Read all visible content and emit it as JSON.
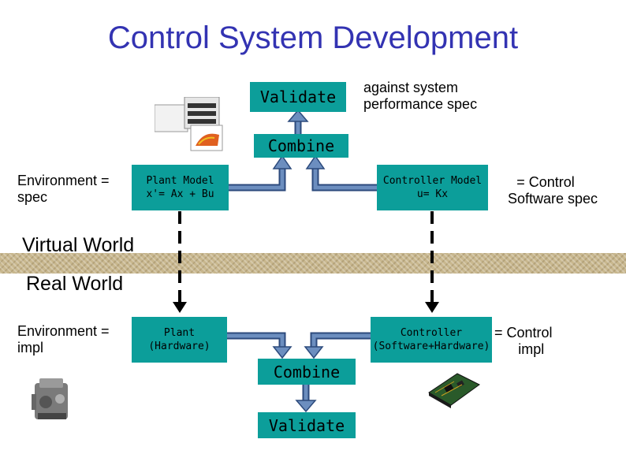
{
  "title": "Control System Development",
  "top": {
    "validate_label": "Validate",
    "combine_label": "Combine",
    "against_text_line1": "against system",
    "against_text_line2": "performance spec"
  },
  "virtual": {
    "environment_line1": "Environment  =",
    "environment_line2": "spec",
    "plant_model_title": "Plant Model",
    "plant_model_eq": "x'= Ax + Bu",
    "controller_model_title": "Controller Model",
    "controller_model_eq": "u= Kx",
    "control_sw_line1": "= Control",
    "control_sw_line2": "Software spec"
  },
  "worlds": {
    "virtual_label": "Virtual World",
    "real_label": "Real World"
  },
  "real": {
    "environment_line1": "Environment  =",
    "environment_line2": "impl",
    "plant_title": "Plant",
    "plant_sub": "(Hardware)",
    "controller_title": "Controller",
    "controller_sub": "(Software+Hardware)",
    "control_impl_line1": "= Control",
    "control_impl_line2": "impl"
  },
  "bottom": {
    "combine_label": "Combine",
    "validate_label": "Validate"
  },
  "colors": {
    "title": "#3333b2",
    "box": "#0c9e9a",
    "arrow_fill": "#6c8ebf",
    "arrow_stroke": "#2c4a7c",
    "band": "#c8b78e"
  }
}
